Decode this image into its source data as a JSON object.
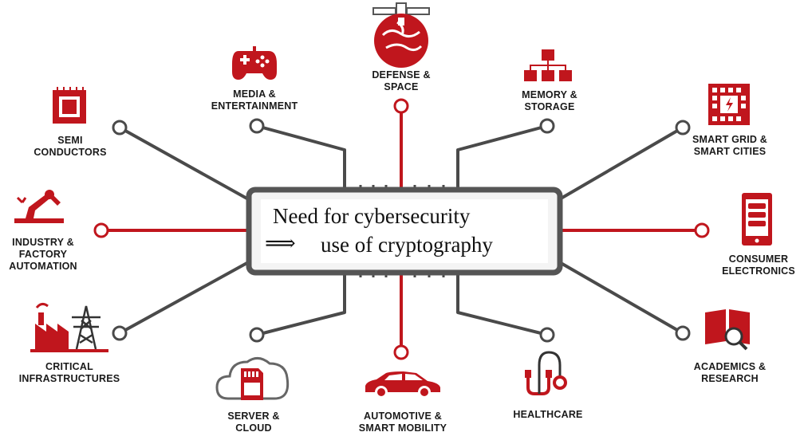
{
  "center": {
    "line1": "Need for cybersecurity",
    "line2_symbol": "⟹",
    "line2_text": "use of cryptography"
  },
  "nodes": [
    {
      "id": "semi",
      "lines": [
        "SEMI",
        "CONDUCTORS"
      ],
      "icon": "chip-icon"
    },
    {
      "id": "media",
      "lines": [
        "MEDIA &",
        "ENTERTAINMENT"
      ],
      "icon": "gamepad-icon"
    },
    {
      "id": "defense",
      "lines": [
        "DEFENSE &",
        "SPACE"
      ],
      "icon": "satellite-globe-icon"
    },
    {
      "id": "memory",
      "lines": [
        "MEMORY &",
        "STORAGE"
      ],
      "icon": "hierarchy-icon"
    },
    {
      "id": "smartgrid",
      "lines": [
        "SMART GRID &",
        "SMART CITIES"
      ],
      "icon": "grid-bolt-icon"
    },
    {
      "id": "industry",
      "lines": [
        "INDUSTRY &",
        "FACTORY",
        "AUTOMATION"
      ],
      "icon": "robot-arm-icon"
    },
    {
      "id": "consumer",
      "lines": [
        "CONSUMER",
        "ELECTRONICS"
      ],
      "icon": "smartphone-icon"
    },
    {
      "id": "critical",
      "lines": [
        "CRITICAL",
        "INFRASTRUCTURES"
      ],
      "icon": "factory-pylon-icon"
    },
    {
      "id": "academics",
      "lines": [
        "ACADEMICS &",
        "RESEARCH"
      ],
      "icon": "book-magnifier-icon"
    },
    {
      "id": "server",
      "lines": [
        "SERVER &",
        "CLOUD"
      ],
      "icon": "cloud-sdcard-icon"
    },
    {
      "id": "automotive",
      "lines": [
        "AUTOMOTIVE &",
        "SMART MOBILITY"
      ],
      "icon": "car-icon"
    },
    {
      "id": "healthcare",
      "lines": [
        "HEALTHCARE"
      ],
      "icon": "stethoscope-icon"
    }
  ],
  "colors": {
    "accent": "#c0161d",
    "wire": "#4a4a4a",
    "chip_border": "#555555",
    "chip_fill": "#f4f4f4"
  }
}
